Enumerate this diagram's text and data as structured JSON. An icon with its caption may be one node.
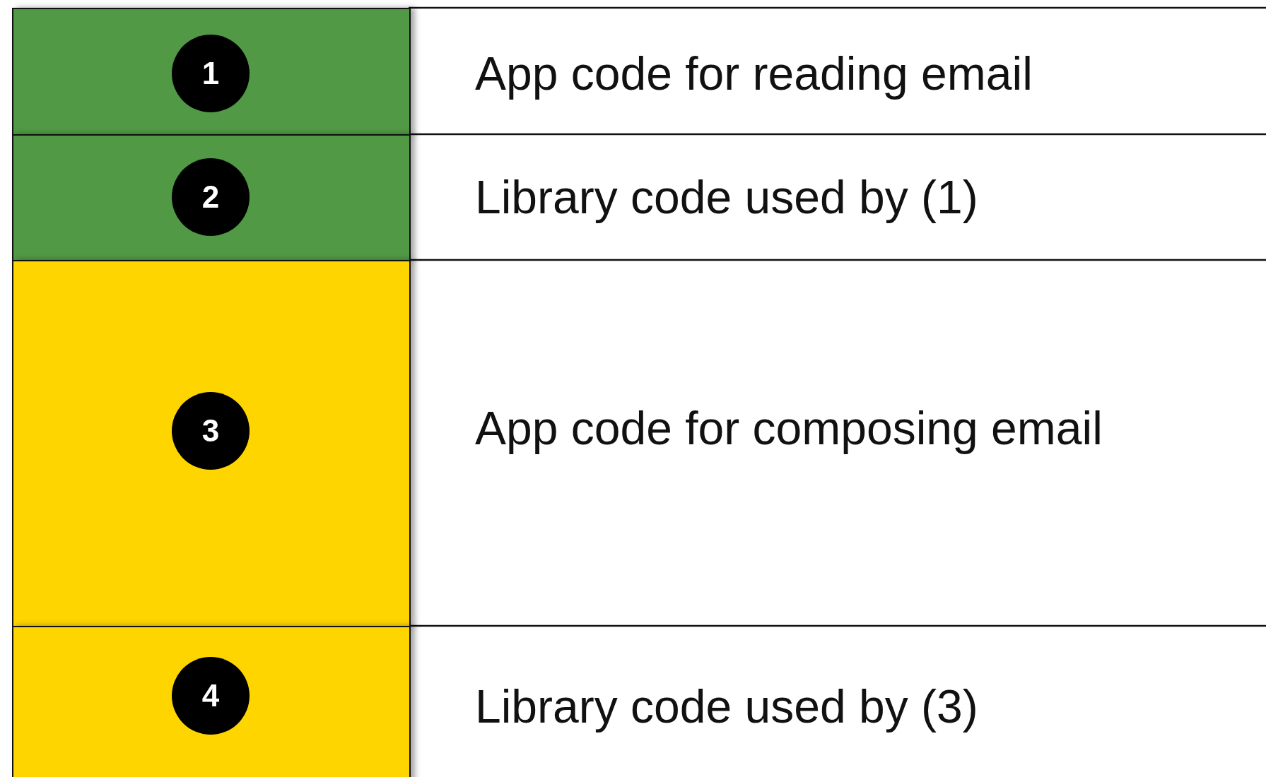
{
  "diagram": {
    "nodes": [
      {
        "text": [],
        "shape": "box"
      },
      {
        "text": [
          "1"
        ],
        "in": 0
      },
      {
        "text": [],
        "shape": "box"
      },
      {
        "text": [
          "2"
        ],
        "in": 2
      },
      {
        "text": [],
        "shape": "box"
      },
      {
        "text": [
          "3"
        ],
        "in": 4
      },
      {
        "text": [],
        "shape": "box"
      },
      {
        "text": [
          "4"
        ],
        "in": 6
      }
    ],
    "labels": [
      "App code for reading email",
      "Library code used by (1)",
      "App code for composing email",
      "Library code used by (3)"
    ]
  }
}
